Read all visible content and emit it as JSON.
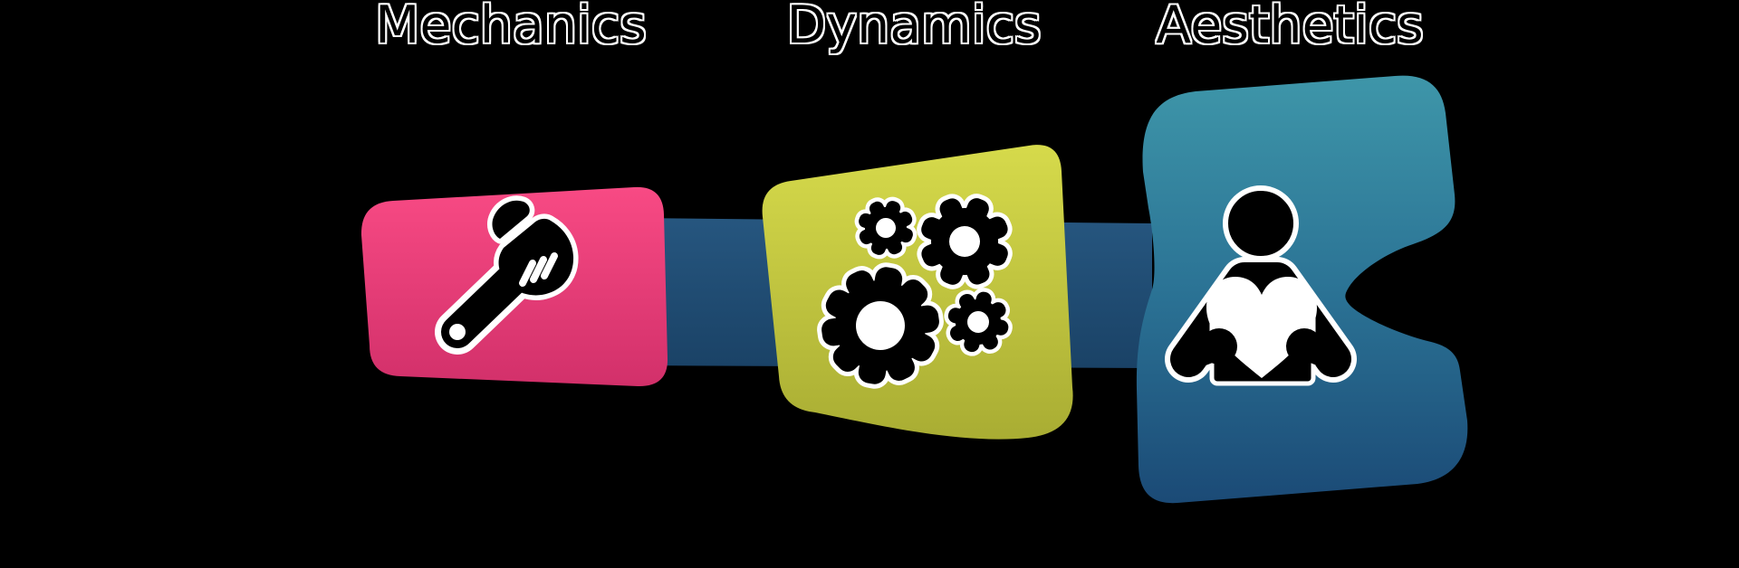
{
  "background_color": "#000000",
  "icon_colors": {
    "fill": "#000000",
    "outline": "#ffffff"
  },
  "connector": {
    "name": "flow-band",
    "gradient": {
      "top": "#26567f",
      "bottom": "#1a4266"
    }
  },
  "stages": [
    {
      "label": "Mechanics",
      "icon": "wrench-icon",
      "gradient": {
        "top": "#f84a84",
        "bottom": "#d2306a"
      }
    },
    {
      "label": "Dynamics",
      "icon": "gears-icon",
      "gradient": {
        "top": "#d6da4b",
        "bottom": "#a9ad33"
      }
    },
    {
      "label": "Aesthetics",
      "icon": "person-heart-icon",
      "gradient": {
        "top": "#3e96a9",
        "mid": "#2b7395",
        "bottom": "#1b4a76"
      }
    }
  ]
}
